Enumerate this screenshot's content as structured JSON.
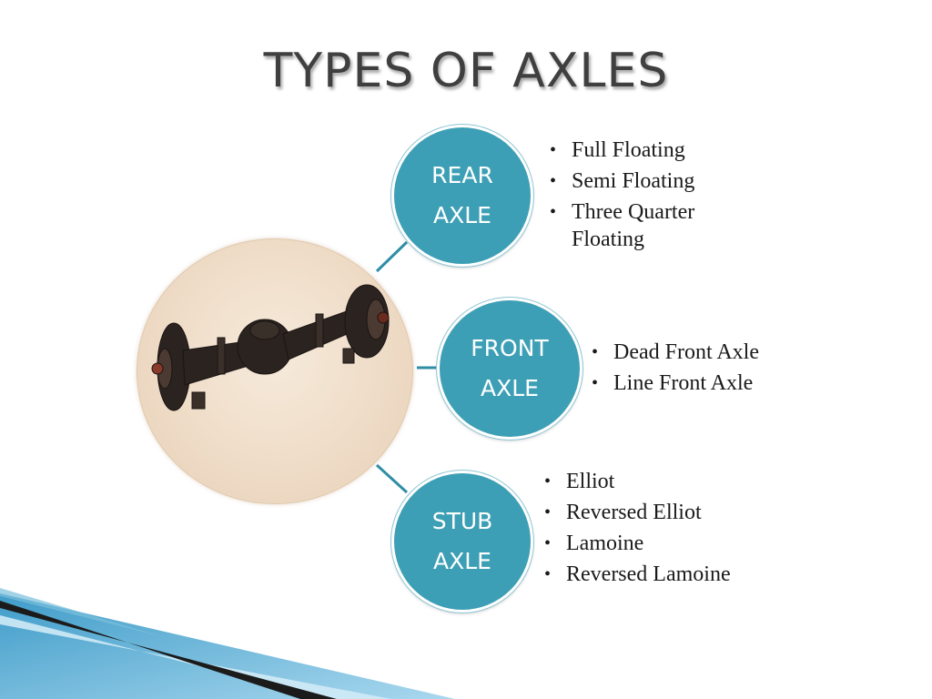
{
  "slide": {
    "title": "TYPES OF AXLES"
  },
  "center_image": {
    "description_icon": "rear-axle-assembly-photo"
  },
  "nodes": [
    {
      "id": "rear",
      "line1": "REAR",
      "line2": "AXLE",
      "bullets": [
        "Full Floating",
        "Semi Floating",
        "Three Quarter Floating"
      ]
    },
    {
      "id": "front",
      "line1": "FRONT",
      "line2": "AXLE",
      "bullets": [
        "Dead Front Axle",
        "Line Front Axle"
      ]
    },
    {
      "id": "stub",
      "line1": "STUB",
      "line2": "AXLE",
      "bullets": [
        "Elliot",
        "Reversed Elliot",
        "Lamoine",
        "Reversed Lamoine"
      ]
    }
  ],
  "colors": {
    "node_fill": "#3d9fb5",
    "connector": "#2e8ea6",
    "footer_blue": "#5aaed0",
    "footer_dark": "#1b1b1b"
  }
}
